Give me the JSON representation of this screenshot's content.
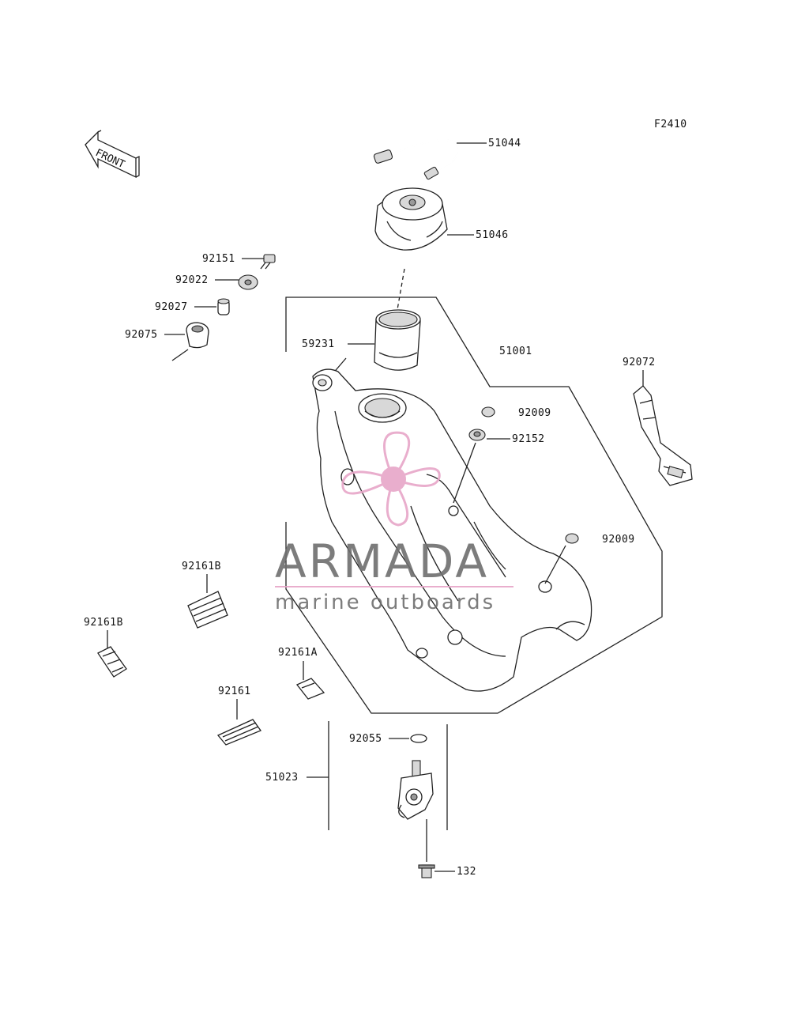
{
  "figure_code": "F2410",
  "front_label": "FRONT",
  "watermark": {
    "title": "ARMADA",
    "subtitle": "marine outboards",
    "accent_color": "#e7a6c8",
    "text_color": "#6e6e6e"
  },
  "part_labels": {
    "p51044": "51044",
    "p51046": "51046",
    "p92151": "92151",
    "p92022": "92022",
    "p92027": "92027",
    "p92075": "92075",
    "p59231": "59231",
    "p51001": "51001",
    "p92072": "92072",
    "p92009a": "92009",
    "p92152": "92152",
    "p92009b": "92009",
    "p92161b1": "92161B",
    "p92161b2": "92161B",
    "p92161a": "92161A",
    "p92161": "92161",
    "p92055": "92055",
    "p51023": "51023",
    "p132": "132"
  }
}
